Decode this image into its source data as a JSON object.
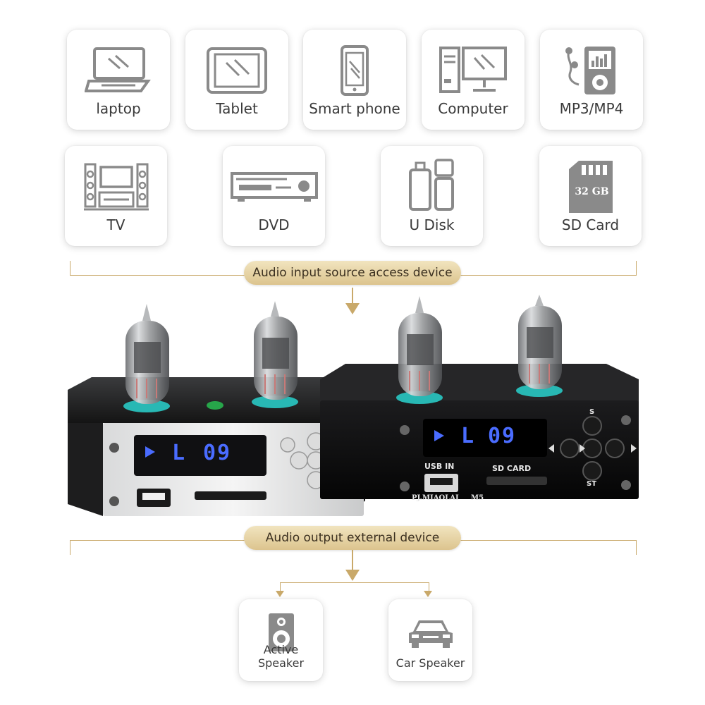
{
  "input_devices": [
    {
      "label": "laptop",
      "icon": "laptop-icon"
    },
    {
      "label": "Tablet",
      "icon": "tablet-icon"
    },
    {
      "label": "Smart phone",
      "icon": "smartphone-icon"
    },
    {
      "label": "Computer",
      "icon": "computer-icon"
    },
    {
      "label": "MP3/MP4",
      "icon": "mp3-player-icon"
    },
    {
      "label": "TV",
      "icon": "tv-icon"
    },
    {
      "label": "DVD",
      "icon": "dvd-player-icon"
    },
    {
      "label": "U Disk",
      "icon": "usb-disk-icon"
    },
    {
      "label": "SD Card",
      "icon": "sd-card-icon",
      "badge": "32 GB"
    }
  ],
  "input_caption": "Audio input source access device",
  "output_caption": "Audio output external device",
  "amp_silver": {
    "display_channel": "L",
    "display_number": "09"
  },
  "amp_black": {
    "display_channel": "L",
    "display_number": "09",
    "usb_label": "USB IN",
    "sd_label": "SD CARD",
    "brand": "PJ.MIAOLAI",
    "model": "M5",
    "btn_top": "S",
    "btn_bottom": "ST"
  },
  "output_devices": [
    {
      "label": "Active Speaker",
      "icon": "speaker-icon"
    },
    {
      "label": "Car Speaker",
      "icon": "car-icon"
    }
  ],
  "colors": {
    "accent_gold": "#c9a96a",
    "icon_gray": "#8a8a8a",
    "vfd_blue": "#4a6cff"
  }
}
